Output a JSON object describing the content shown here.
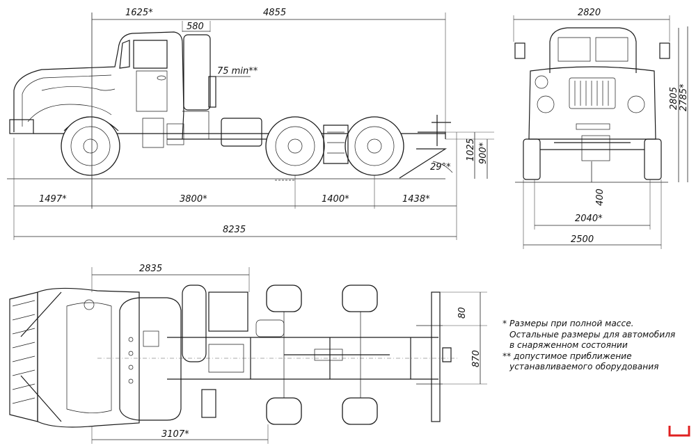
{
  "dimensions": {
    "side_top": [
      "1625*",
      "4855",
      "580"
    ],
    "clearance": "75 min**",
    "side_bottom": [
      "1497*",
      "3800*",
      "1400*",
      "1438*"
    ],
    "side_total": "8235",
    "heights": [
      "1025",
      "900*"
    ],
    "departure_angle": "29°*",
    "front_width_top": "2820",
    "front_heights": [
      "2805",
      "2785*"
    ],
    "front_ground": "400",
    "front_track": "2040*",
    "front_width_total": "2500",
    "plan_top": "2835",
    "plan_bottom": "3107*",
    "plan_right": [
      "80",
      "870"
    ]
  },
  "notes": {
    "line1": "* Размеры при полной массе.",
    "line2": "Остальные размеры для автомобиля",
    "line3": "в снаряженном состоянии",
    "line4": "** допустимое приближение",
    "line5": "устанавливаемого оборудования"
  },
  "colors": {
    "ink": "#1a1a1a",
    "mark": "#e02020"
  }
}
